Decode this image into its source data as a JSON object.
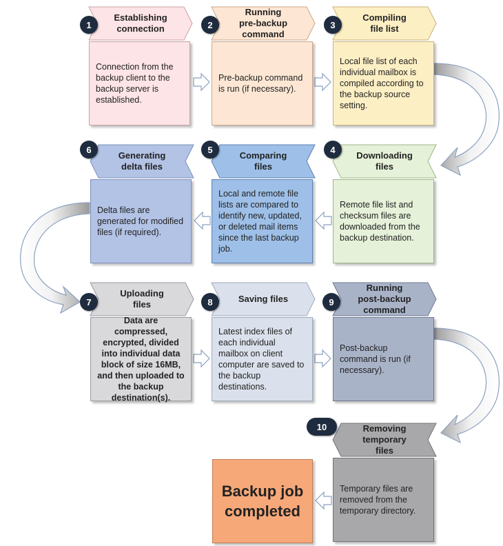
{
  "steps": [
    {
      "num": "1",
      "title": "Establishing\nconnection",
      "body": "Connection from the backup client to the backup server is established.",
      "fill": "#fde4e6",
      "border": "#c9a0a5",
      "header_fill": "#fde4e6"
    },
    {
      "num": "2",
      "title": "Running\npre-backup\ncommand",
      "body": "Pre-backup command is run (if necessary).",
      "fill": "#fde7d4",
      "border": "#caa58a",
      "header_fill": "#fde7d4"
    },
    {
      "num": "3",
      "title": "Compiling\nfile list",
      "body": "Local file list of each individual mailbox is compiled according to the backup source setting.",
      "fill": "#fdefc4",
      "border": "#c9b27a",
      "header_fill": "#fdefc4"
    },
    {
      "num": "4",
      "title": "Downloading\nfiles",
      "body": "Remote file list and checksum files are downloaded from the backup destination.",
      "fill": "#e6f1d9",
      "border": "#9fb585",
      "header_fill": "#e6f1d9"
    },
    {
      "num": "5",
      "title": "Comparing\nfiles",
      "body": "Local and remote file lists are compared to identify new, updated, or deleted mail items since the last backup job.",
      "fill": "#9ec0e8",
      "border": "#5a7fb0",
      "header_fill": "#9ec0e8"
    },
    {
      "num": "6",
      "title": "Generating\ndelta files",
      "body": "Delta files are generated for modified files (if required).",
      "fill": "#b3c3e6",
      "border": "#7b8fbb",
      "header_fill": "#b3c3e6"
    },
    {
      "num": "7",
      "title": "Uploading\nfiles",
      "body": "Data are compressed, encrypted, divided into individual data block of size 16MB, and then uploaded to the backup destination(s).",
      "fill": "#d9d9dc",
      "border": "#9a9aa0",
      "header_fill": "#d9d9dc"
    },
    {
      "num": "8",
      "title": "Saving files",
      "body": "Latest index files of each individual mailbox on client computer are saved to the backup destinations.",
      "fill": "#dbe1ec",
      "border": "#9ea8ba",
      "header_fill": "#dbe1ec"
    },
    {
      "num": "9",
      "title": "Running\npost-backup\ncommand",
      "body": "Post-backup command is run (if necessary).",
      "fill": "#a9b3c8",
      "border": "#6e7890",
      "header_fill": "#a9b3c8"
    },
    {
      "num": "10",
      "title": "Removing\ntemporary\nfiles",
      "body": "Temporary files are removed from the temporary directory.",
      "fill": "#a8a8aa",
      "border": "#727274",
      "header_fill": "#a8a8aa"
    }
  ],
  "final": {
    "label": "Backup job\ncompleted"
  }
}
